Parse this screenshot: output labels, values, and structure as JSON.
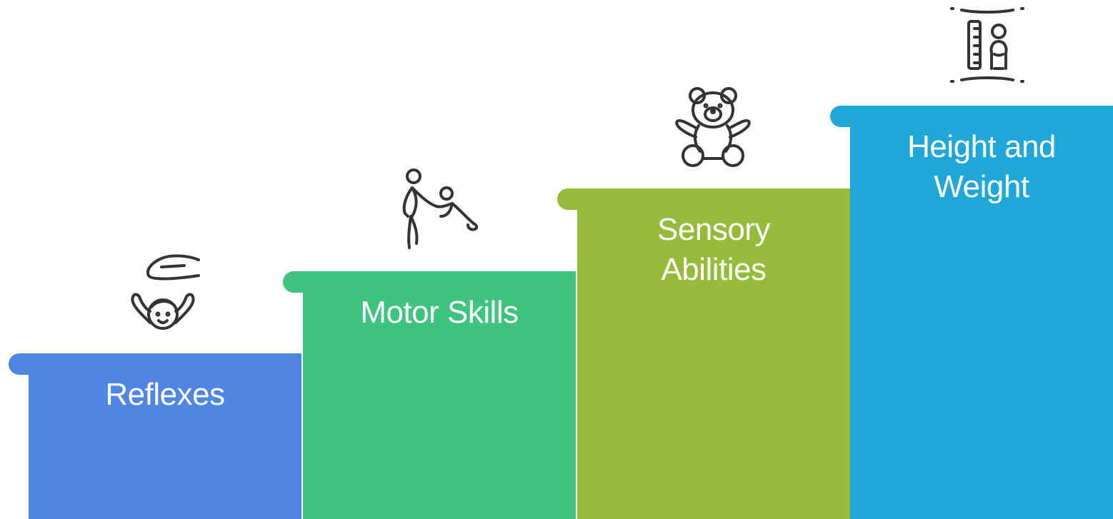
{
  "steps": [
    {
      "label": "Reflexes",
      "color": "#4f86e3",
      "icon": "hand-over-baby-icon"
    },
    {
      "label": "Motor Skills",
      "color": "#3fc47f",
      "icon": "adult-helping-child-walk-icon"
    },
    {
      "label": "Sensory\nAbilities",
      "color": "#94bc3a",
      "icon": "teddy-bear-icon"
    },
    {
      "label": "Height and\nWeight",
      "color": "#1fa7d9",
      "icon": "child-height-measurement-icon"
    }
  ]
}
